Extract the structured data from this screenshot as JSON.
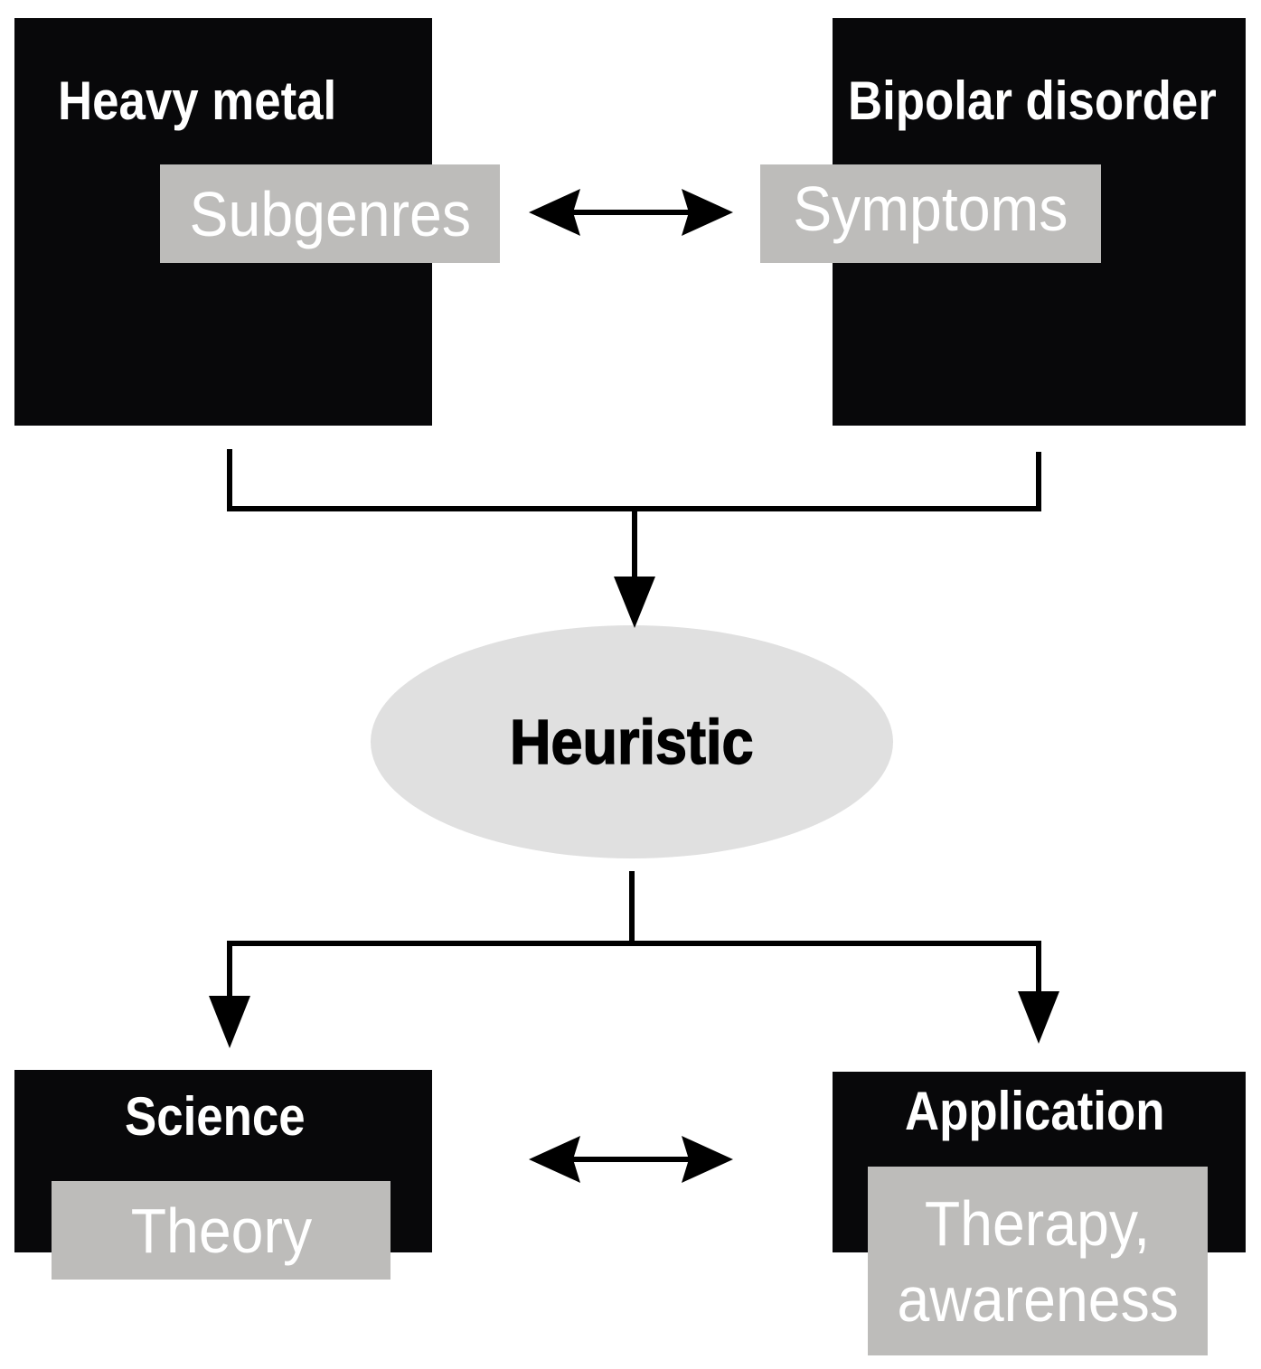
{
  "nodes": {
    "heavy_metal": {
      "title": "Heavy metal",
      "tag": "Subgenres"
    },
    "bipolar": {
      "title": "Bipolar disorder",
      "tag": "Symptoms"
    },
    "heuristic": {
      "label": "Heuristic"
    },
    "science": {
      "title": "Science",
      "tag": "Theory"
    },
    "application": {
      "title": "Application",
      "tag_line1": "Therapy,",
      "tag_line2": "awareness"
    }
  },
  "colors": {
    "box_fill": "#08080a",
    "tag_fill": "#bdbcba",
    "ellipse_fill": "#e0e0e0",
    "line": "#000000",
    "text_light": "#ffffff",
    "text_dark": "#000000"
  }
}
